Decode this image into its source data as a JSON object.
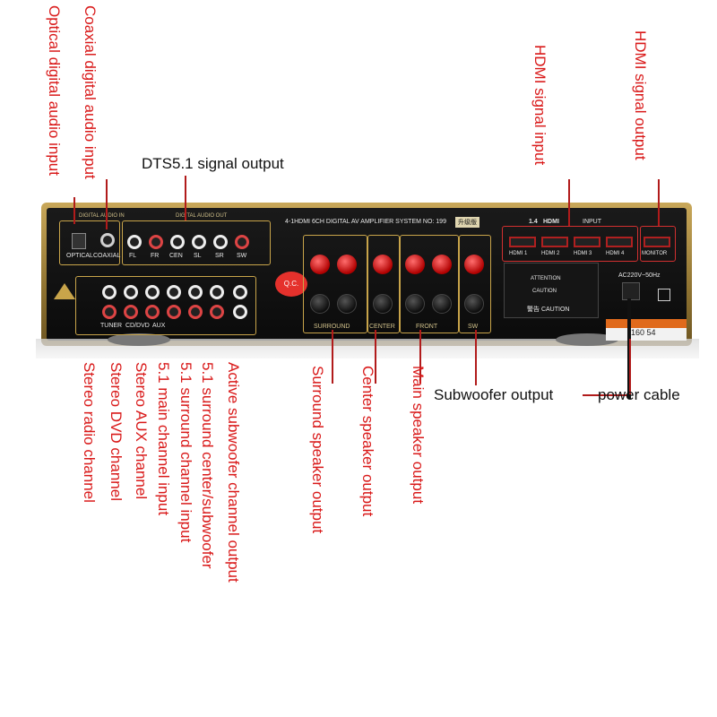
{
  "labels": {
    "optical_input": "Optical digital audio input",
    "coaxial_input": "Coaxial digital audio input",
    "dts_output": "DTS5.1 signal output",
    "hdmi_input": "HDMI signal input",
    "hdmi_output": "HDMI signal output",
    "stereo_radio": "Stereo radio channel",
    "stereo_dvd": "Stereo DVD channel",
    "stereo_aux": "Stereo AUX channel",
    "main_channel_input": "5.1 main channel input",
    "surround_channel_input": "5.1 surround channel input",
    "surround_center_subwoofer": "5.1 surround center/subwoofer",
    "active_subwoofer_output": "Active subwoofer channel output",
    "surround_speaker_output": "Surround speaker output",
    "center_speaker_output": "Center speaker output",
    "main_speaker_output": "Main speaker output",
    "subwoofer_output": "Subwoofer output",
    "power_cable": "power cable"
  },
  "panel": {
    "system_title": "4-1HDMI 6CH DIGITAL AV AMPLIFIER SYSTEM NO: 199",
    "upgrade_badge": "升级版",
    "optical": "OPTICAL",
    "coaxial": "COAXIAL",
    "digital_audio_in": "DIGITAL AUDIO IN",
    "digital_audio_out": "DIGITAL AUDIO OUT",
    "dts_channels": [
      "FL",
      "FR",
      "CEN",
      "SL",
      "SR",
      "SW"
    ],
    "input_channels": [
      "TUNER",
      "CD/DVD",
      "AUX"
    ],
    "speaker_groups": [
      "SURROUND",
      "CENTER",
      "FRONT",
      "SW"
    ],
    "hdmi_version": "1.4",
    "hdmi_logo": "HDMI",
    "hdmi_input_tag": "INPUT",
    "hdmi_ports": [
      "HDMI 1",
      "HDMI 2",
      "HDMI 3",
      "HDMI 4"
    ],
    "monitor": "MONITOR",
    "qc_badge": "Q.C.",
    "attention": "ATTENTION",
    "caution": "CAUTION",
    "caution_cn": "警告 CAUTION",
    "power_spec": "AC220V~50Hz",
    "serial": "160  54"
  }
}
